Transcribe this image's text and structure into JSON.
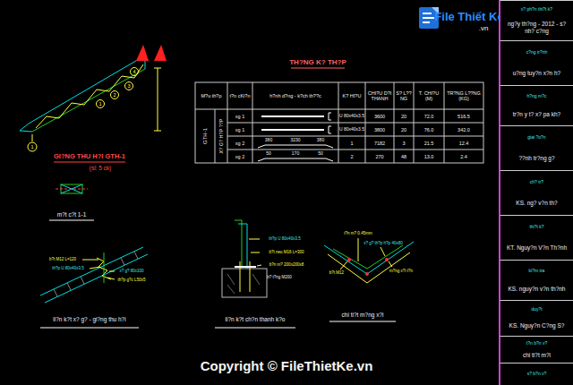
{
  "diagram": {
    "nodes": [
      {
        "text": [
          "x? ph?n thi?t k?",
          "ng?y th?ng - 2012 - s? nh? c?ng"
        ]
      },
      {
        "text": [
          "c?ng tr?nh",
          "u?ng tuy?n x?n h?"
        ]
      },
      {
        "text": [
          "h?ng m?c",
          "tr?n y t? x? pa kh?"
        ]
      },
      {
        "text": [
          "giai ?o?n",
          "??nh tr?ng g?"
        ]
      },
      {
        "text": [
          "ch? tr?",
          "KS. ng? v?n th?"
        ]
      },
      {
        "text": [
          "thi?t k?",
          "KT. Nguy?n V?n Th?nh"
        ]
      },
      {
        "text": [
          "ki?m tra",
          "KS. nguy?n v?n th?nh"
        ]
      },
      {
        "text": [
          "duy?t",
          "KS. Nguy?n C?ng S?"
        ]
      },
      {
        "text": [
          "t?n b?n v?",
          "chi ti?t m?i"
        ]
      },
      {
        "text": [
          "s? b?n v?"
        ]
      }
    ],
    "labels": [
      "TH?NG K? TH?P",
      "M?u th?p",
      "t?n cKi?n",
      "h?nh d?ng - k?ch th??c",
      "K? HI?U",
      "CHI?U D?I THANH",
      "S? L??NG",
      "T. CHI?U (M)",
      "TR?NG L??NG (KG)",
      "GTH-1",
      "X? G? H?P ??P",
      "xg 1",
      "U 80x40x3.5",
      "3600",
      "20",
      "72.0",
      "516.5",
      "xg 1",
      "U 80x40x3.5",
      "3800",
      "20",
      "76.0",
      "342.0",
      "xg 2",
      "380",
      "3230",
      "380",
      "1",
      "7182",
      "3",
      "21.5",
      "12.4",
      "xg 2",
      "50",
      "170",
      "50",
      "2",
      "270",
      "48",
      "13.0",
      "2.4",
      "GI?NG THU H?I GTH-1",
      "(sl: 5 ck)",
      "m?t c?t 1-1",
      "li?n k?t x? g? - gi?ng thu h?i",
      "li?n k?t ch?n thanh k?o",
      "chi ti?t m?ng x?i",
      "1",
      "2",
      "3",
      "4",
      "1",
      "b?t M12 L=120",
      "th?p U 80x40x3.5",
      "x? g? 80x100",
      "th?p g?c L50x5",
      "th?p U 80x40x3.5",
      "b?t neo M16 L=300",
      "b?n m? 200x200x8",
      "b? t?ng M200",
      "t?n m? 0.45mm",
      "x? g? th?p h?p 40x80",
      "b?t M12",
      "m?ng x?i t?n",
      "File Thiết Kế",
      ".vn",
      "Copyright © FileThietKe.vn"
    ]
  }
}
